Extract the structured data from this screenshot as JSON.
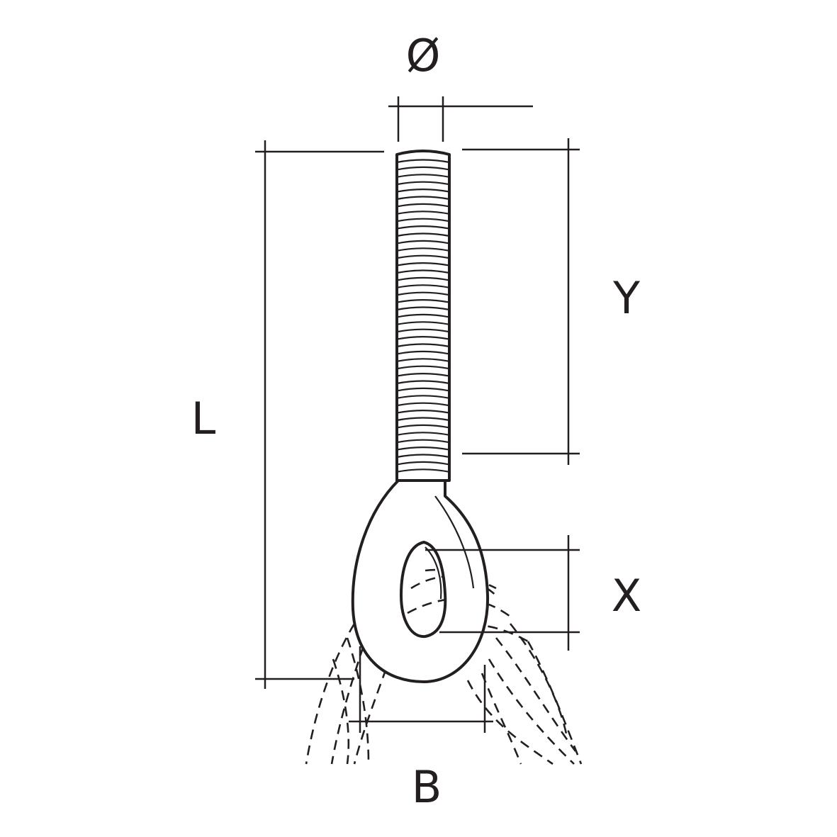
{
  "labels": {
    "diameter": "Ø",
    "thread_length": "Y",
    "total_length": "L",
    "eye_inner_height": "X",
    "eye_outer_width": "B"
  },
  "colors": {
    "ink": "#231f20",
    "background": "#ffffff"
  }
}
